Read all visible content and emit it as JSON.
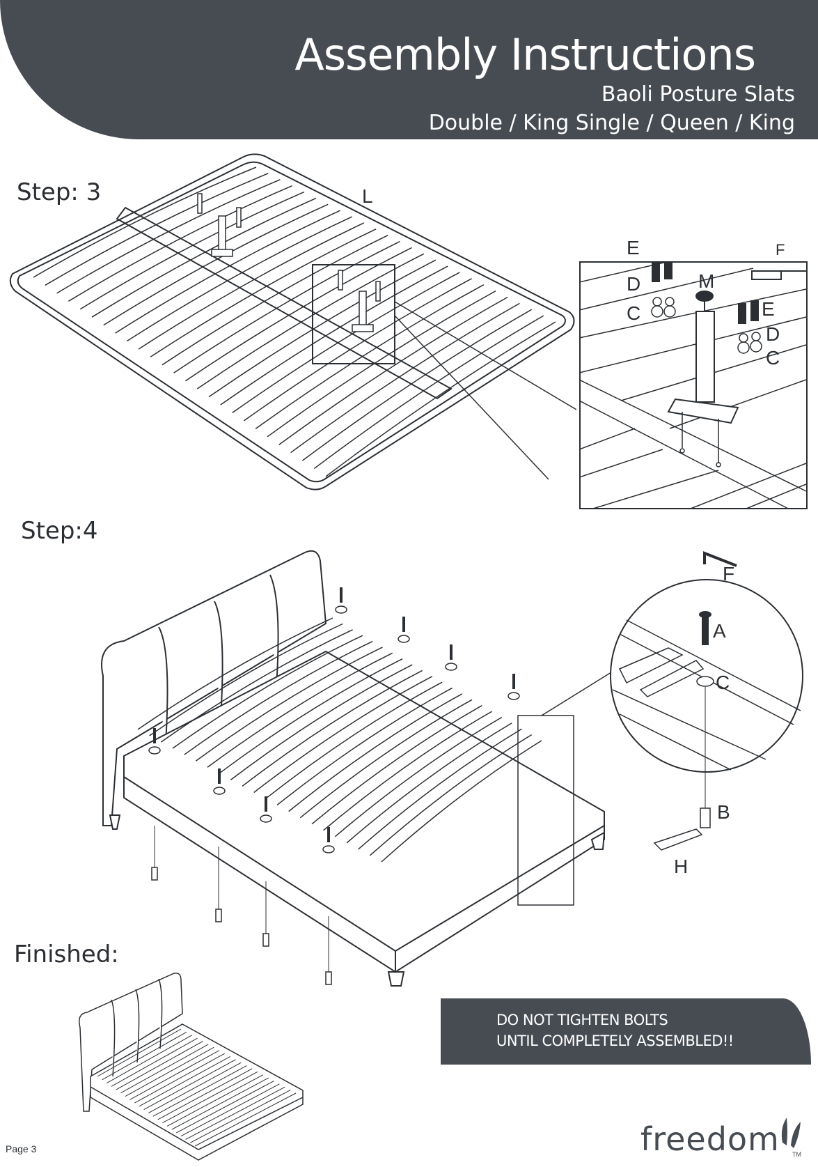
{
  "header": {
    "title": "Assembly Instructions",
    "subtitle": "Baoli Posture Slats",
    "sizes": "Double / King Single / Queen / King"
  },
  "steps": {
    "step3": "Step: 3",
    "step4": "Step:4",
    "finished": "Finished:"
  },
  "step3_callouts": {
    "main_part": "L",
    "e1": "E",
    "d1": "D",
    "c1": "C",
    "m": "M",
    "f": "F",
    "e2": "E",
    "d2": "D",
    "c2": "C"
  },
  "step4_callouts": {
    "f": "F",
    "a": "A",
    "c": "C",
    "b": "B",
    "h": "H"
  },
  "warning": {
    "line1": "DO NOT TIGHTEN  BOLTS",
    "line2": "UNTIL COMPLETELY  ASSEMBLED!!"
  },
  "footer": {
    "page": "Page 3",
    "brand": "freedom",
    "tm": "TM"
  },
  "colors": {
    "header_bg": "#474c53",
    "line_art": "#2b2f33"
  }
}
